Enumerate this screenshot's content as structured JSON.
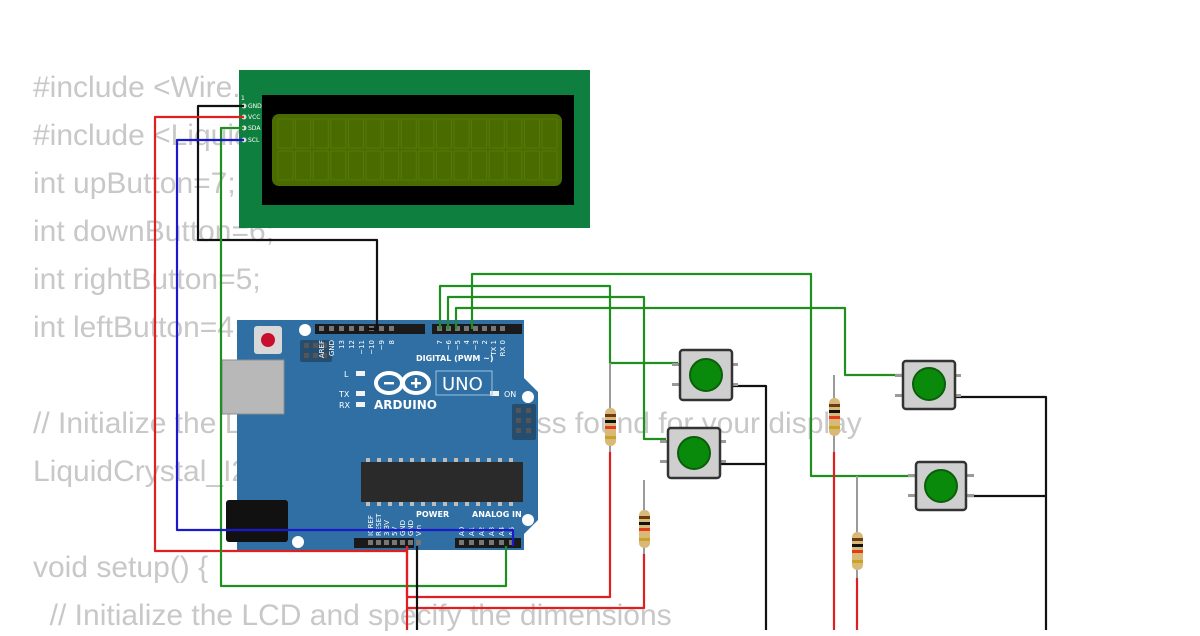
{
  "code": {
    "lines": [
      "#include <Wire.h>",
      "#include <LiquidCrystal_I2C.h>",
      "int upButton=7;",
      "int downButton=6;",
      "int rightButton=5;",
      "int leftButton=4;",
      "",
      "// Initialize the LCD with the I2C address found for your display",
      "LiquidCrystal_I2C lcd(0x27, 16, 2);",
      "",
      "void setup() {",
      "  // Initialize the LCD and specify the dimensions"
    ]
  },
  "lcd": {
    "pins": [
      "1",
      "GND",
      "VCC",
      "SDA",
      "SCL"
    ]
  },
  "arduino": {
    "brand": "ARDUINO",
    "model": "UNO",
    "digital_header": "DIGITAL (PWM ~)",
    "power_header": "POWER",
    "analog_header": "ANALOG IN",
    "on_label": "ON",
    "led_labels": [
      "L",
      "TX",
      "RX"
    ],
    "top_pins": [
      "AREF",
      "GND",
      "13",
      "12",
      "~11",
      "~10",
      "~9",
      "8",
      "7",
      "~6",
      "~5",
      "4",
      "~3",
      "2",
      "TX 1",
      "RX 0"
    ],
    "bottom_pins": [
      "IOREF",
      "RESET",
      "3.3V",
      "5V",
      "GND",
      "GND",
      "Vin",
      "A0",
      "A1",
      "A2",
      "A3",
      "A4",
      "A5"
    ]
  },
  "colors": {
    "wire_red": "#e02020",
    "wire_black": "#111111",
    "wire_green": "#1f8f1f",
    "wire_blue": "#1a1acc",
    "board": "#2f6fa3",
    "lcd_frame": "#0f7f3f",
    "lcd_screen": "#4a6b00",
    "button_cap": "#0a8a0a"
  }
}
